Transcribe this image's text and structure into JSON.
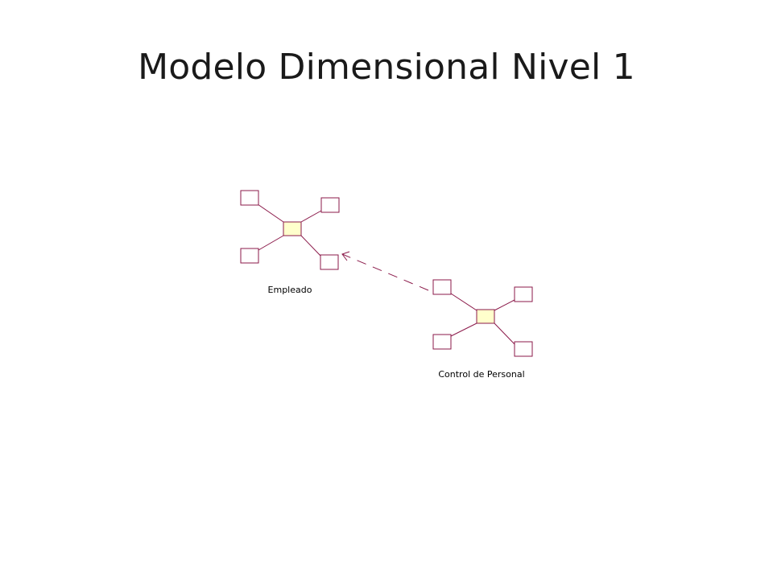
{
  "slide": {
    "title": "Modelo Dimensional Nivel 1"
  },
  "diagram": {
    "stars": [
      {
        "id": "empleado",
        "label": "Empleado",
        "dimension_count": 4
      },
      {
        "id": "control-de-personal",
        "label": "Control de Personal",
        "dimension_count": 4
      }
    ],
    "dependency": {
      "from": "Control de Personal",
      "to": "Empleado",
      "style": "dashed-arrow"
    }
  },
  "colors": {
    "fact_fill": "#ffffcc",
    "outline": "#8b1a4a",
    "line": "#8b1a4a",
    "arrow": "#8b1a4a"
  }
}
